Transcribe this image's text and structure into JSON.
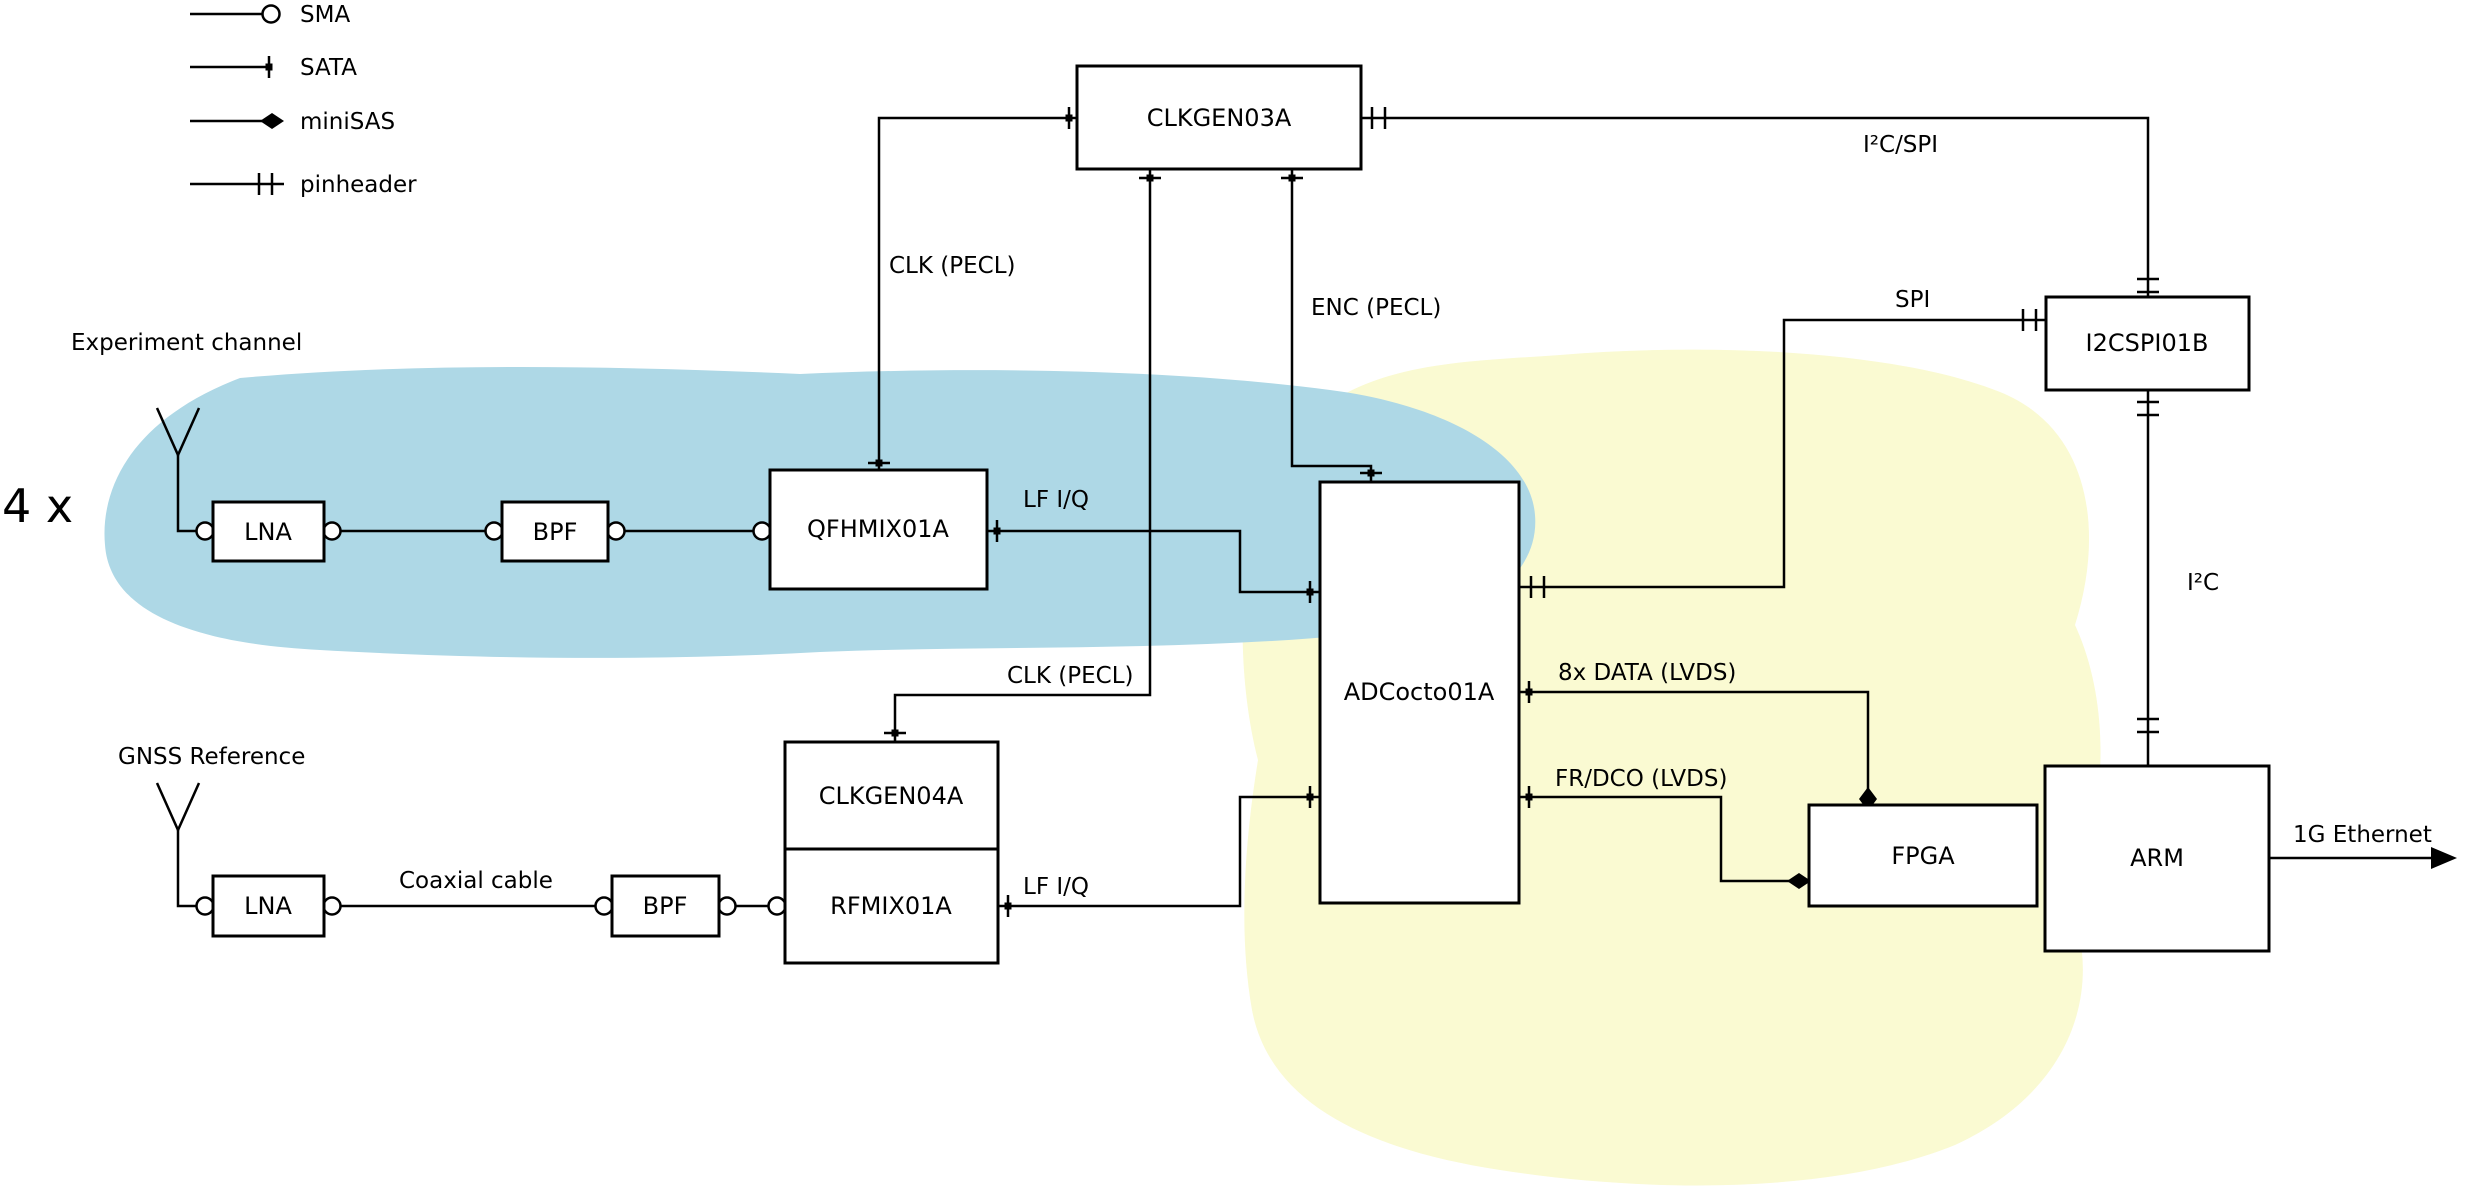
{
  "legend": {
    "items": [
      {
        "id": "sma",
        "label": "SMA"
      },
      {
        "id": "sata",
        "label": "SATA"
      },
      {
        "id": "minisas",
        "label": "miniSAS"
      },
      {
        "id": "pinheader",
        "label": "pinheader"
      }
    ]
  },
  "annotations": {
    "multiplier": "4 x",
    "experiment_channel": "Experiment channel",
    "gnss_reference": "GNSS Reference"
  },
  "blocks": {
    "clkgen03a": "CLKGEN03A",
    "qfhmix01a": "QFHMIX01A",
    "lna_experiment": "LNA",
    "bpf_experiment": "BPF",
    "adcocto01a": "ADCocto01A",
    "i2cspi01b": "I2CSPI01B",
    "fpga": "FPGA",
    "arm": "ARM",
    "clkgen04a": "CLKGEN04A",
    "rfmix01a": "RFMIX01A",
    "lna_gnss": "LNA",
    "bpf_gnss": "BPF"
  },
  "signals": {
    "clk_pecl_top": "CLK (PECL)",
    "clk_pecl_bottom": "CLK (PECL)",
    "enc_pecl": "ENC (PECL)",
    "i2c_spi": "I²C/SPI",
    "spi": "SPI",
    "i2c": "I²C",
    "lf_iq_experiment": "LF I/Q",
    "lf_iq_gnss": "LF I/Q",
    "data_lvds": "8x DATA (LVDS)",
    "frdco_lvds": "FR/DCO (LVDS)",
    "ethernet": "1G Ethernet",
    "coaxial": "Coaxial cable"
  },
  "colors": {
    "experiment_highlight": "#aed8e6",
    "digital_highlight": "#fafad2",
    "multiplier_text": "#a4cfe0"
  }
}
